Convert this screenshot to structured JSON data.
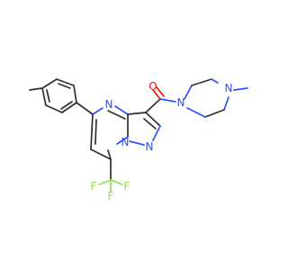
{
  "molecule": {
    "atoms": {
      "n_pyrimidine": {
        "symbol": "N",
        "color": "#3050F8"
      },
      "n_bridge": {
        "symbol": "N",
        "color": "#3050F8"
      },
      "n_pyrazole": {
        "symbol": "N",
        "color": "#3050F8"
      },
      "o_carbonyl": {
        "symbol": "O",
        "color": "#FF0D0D"
      },
      "n_piperazine_amide": {
        "symbol": "N",
        "color": "#3050F8"
      },
      "n_piperazine_methyl": {
        "symbol": "N",
        "color": "#3050F8"
      },
      "f_top": {
        "symbol": "F",
        "color": "#90E050"
      },
      "f_left": {
        "symbol": "F",
        "color": "#90E050"
      },
      "f_right": {
        "symbol": "F",
        "color": "#90E050"
      }
    },
    "bond_color": "#303030",
    "background": "#ffffff"
  }
}
